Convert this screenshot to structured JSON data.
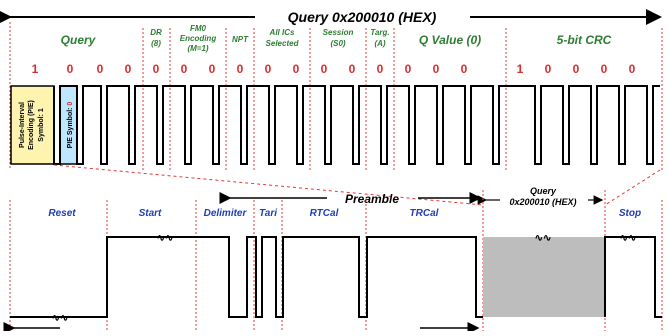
{
  "title": "Query 0x200010 (HEX)",
  "colors": {
    "field_label": "#2e7d32",
    "section_label": "#1f3fb4",
    "bit_value": "#d32f2f",
    "boundary": "#e53935",
    "shaded": "#bdbdbd",
    "pie_fill": "#fff3b0",
    "pie0_fill": "#bfe6ff"
  },
  "fields": [
    {
      "label": "Query",
      "sub": ""
    },
    {
      "label": "DR",
      "sub": "(8)"
    },
    {
      "label": "FM0",
      "sub": "Encoding",
      "sub2": "(M=1)"
    },
    {
      "label": "NPT",
      "sub": ""
    },
    {
      "label": "All ICs",
      "sub": "Selected"
    },
    {
      "label": "Session",
      "sub": "(S0)"
    },
    {
      "label": "Targ.",
      "sub": "(A)"
    },
    {
      "label": "Q Value (0)",
      "sub": ""
    },
    {
      "label": "5-bit CRC",
      "sub": ""
    }
  ],
  "bits": [
    "1",
    "0",
    "0",
    "0",
    "0",
    "0",
    "0",
    "0",
    "0",
    "0",
    "0",
    "0",
    "0",
    "0",
    "0",
    "0",
    "1",
    "0",
    "0",
    "0",
    "0"
  ],
  "pie_box_1": {
    "line1": "Pulse-Interval",
    "line2": "Encoding (PIE)",
    "line3": "Symbol: 1"
  },
  "pie_box_0": {
    "prefix": "PIE Symbol: ",
    "value": "0"
  },
  "preamble": "Preamble",
  "query_label": {
    "line1": "Query",
    "line2": "0x200010 (HEX)"
  },
  "bottom_sections": [
    "Reset",
    "Start",
    "Delimiter",
    "Tari",
    "RTCal",
    "TRCal",
    "Stop"
  ],
  "break_glyph": "∿∿"
}
